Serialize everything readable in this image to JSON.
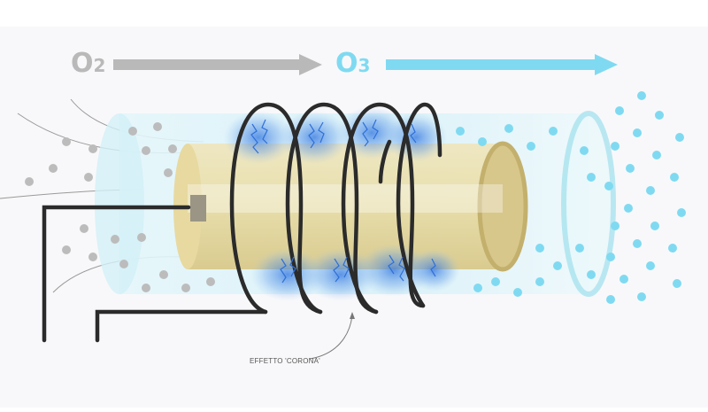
{
  "labels": {
    "input_gas": "O",
    "input_gas_sub": "2",
    "output_gas": "O",
    "output_gas_sub": "3",
    "corona_caption": "EFFETTO 'CORONA'"
  },
  "icons": [
    "arrow-right-icon",
    "coil-icon",
    "spark-icon",
    "electrode-icon",
    "molecule-dot-icon"
  ],
  "colors": {
    "input_gas": "#b9b9b9",
    "output_gas": "#7fdaf1",
    "coil": "#2b2b2b",
    "electrode": "#e8dba7",
    "tube": "#cdeff7",
    "spark": "#3f7fd9"
  }
}
